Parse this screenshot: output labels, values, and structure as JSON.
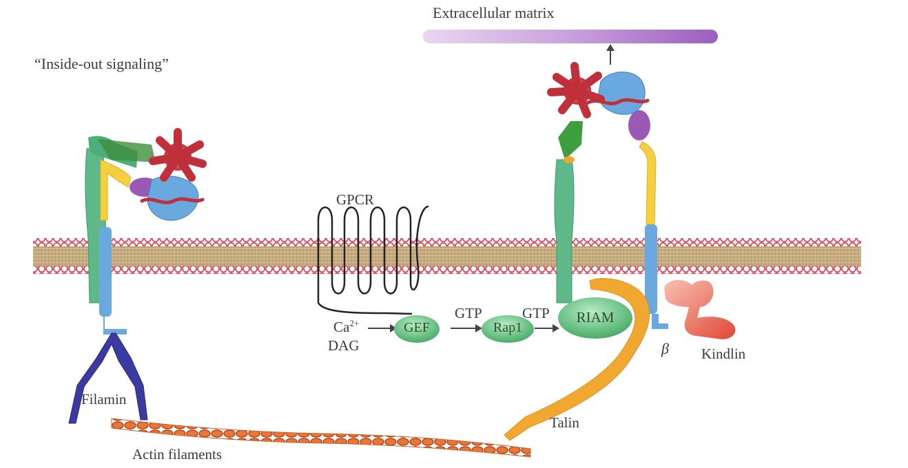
{
  "labels": {
    "extracellular_matrix": "Extracellular matrix",
    "inside_out": "“Inside-out signaling”",
    "gpcr": "GPCR",
    "ca": "Ca",
    "ca_charge": "2+",
    "dag": "DAG",
    "gef": "GEF",
    "gtp_1": "GTP",
    "rap1": "Rap1",
    "gtp_2": "GTP",
    "riam": "RIAM",
    "beta": "β",
    "kindlin": "Kindlin",
    "talin": "Talin",
    "filamin": "Filamin",
    "actin_filaments": "Actin filaments"
  },
  "colors": {
    "ecm_bar": "#c9a0dc",
    "membrane_head": "#d94a5a",
    "membrane_core": "#c9b28a",
    "alpha_subunit": "#5fb88a",
    "beta_subunit": "#6aa8e0",
    "yellow_domain": "#f4d03f",
    "purple_domain": "#9b59b6",
    "ligand": "#c0303a",
    "filamin": "#3a3aa0",
    "actin": "#e07030",
    "talin": "#f0a830",
    "kindlin": "#e86050",
    "green_node": "#5cc07a",
    "gpcr_line": "#222222"
  }
}
